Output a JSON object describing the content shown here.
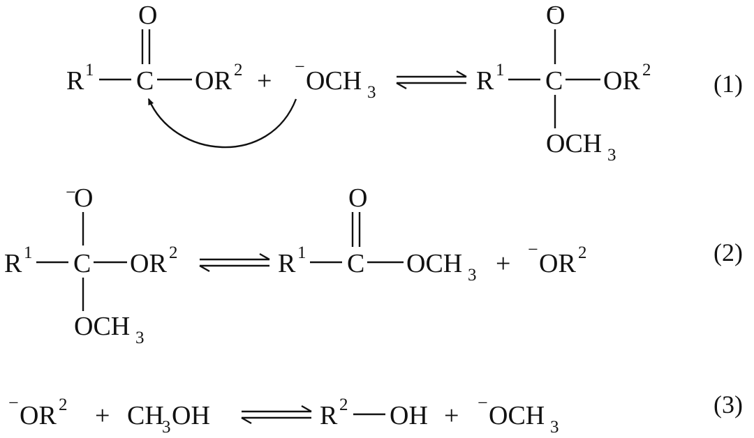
{
  "atoms": {
    "R": "R",
    "C": "C",
    "O": "O",
    "OR": "OR",
    "OCH": "OCH",
    "CH": "CH",
    "OH": "OH",
    "one": "1",
    "two": "2",
    "three": "3",
    "neg": "−"
  },
  "operators": {
    "plus": "+"
  },
  "equations": {
    "eq1": "(1)",
    "eq2": "(2)",
    "eq3": "(3)"
  }
}
